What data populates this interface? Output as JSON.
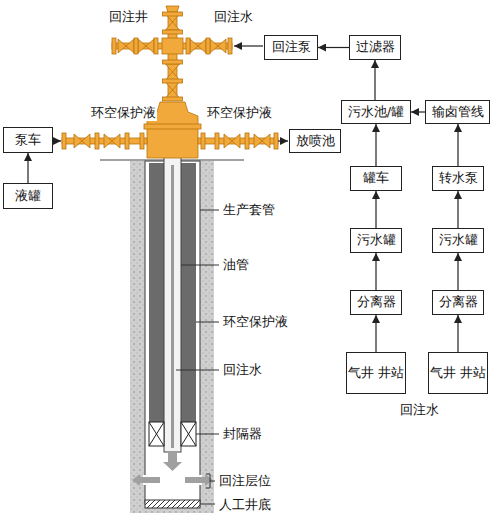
{
  "diagram": {
    "nodes": [
      {
        "text": [
          "回注泵"
        ]
      },
      {
        "text": [
          "过滤器"
        ]
      },
      {
        "text": [
          "泵车"
        ]
      },
      {
        "text": [
          "污水池/罐"
        ]
      },
      {
        "text": [
          "输卤管线"
        ]
      },
      {
        "text": [
          "放喷池"
        ]
      },
      {
        "text": [
          "罐车"
        ]
      },
      {
        "text": [
          "转水泵"
        ]
      },
      {
        "text": [
          "液罐"
        ]
      },
      {
        "text": [
          "污水罐"
        ]
      },
      {
        "text": [
          "污水罐"
        ]
      },
      {
        "text": [
          "分离器"
        ]
      },
      {
        "text": [
          "分离器"
        ]
      },
      {
        "text": [
          "气井 井站"
        ]
      },
      {
        "text": [
          "气井 井站"
        ]
      }
    ],
    "edges": [
      {
        "from": 1,
        "to": 0,
        "arrow": "to"
      },
      {
        "from": 3,
        "to": 1,
        "arrow": "to"
      },
      {
        "from": 4,
        "to": 3,
        "arrow": "to"
      },
      {
        "from": 6,
        "to": 3,
        "arrow": "to"
      },
      {
        "from": 7,
        "to": 4,
        "arrow": "to"
      },
      {
        "from": 9,
        "to": 6,
        "arrow": "to"
      },
      {
        "from": 10,
        "to": 7,
        "arrow": "to"
      },
      {
        "from": 11,
        "to": 9,
        "arrow": "to"
      },
      {
        "from": 12,
        "to": 10,
        "arrow": "to"
      },
      {
        "from": 13,
        "to": 11,
        "arrow": "to"
      },
      {
        "from": 14,
        "to": 12,
        "arrow": "to"
      },
      {
        "from": 8,
        "to": 2,
        "arrow": "to"
      }
    ],
    "labels": [
      "回注井",
      "回注水",
      "环空保护液",
      "环空保护液",
      "生产套管",
      "油管",
      "环空保护液",
      "回注水",
      "封隔器",
      "回注层位",
      "人工井底",
      "回注水"
    ]
  }
}
